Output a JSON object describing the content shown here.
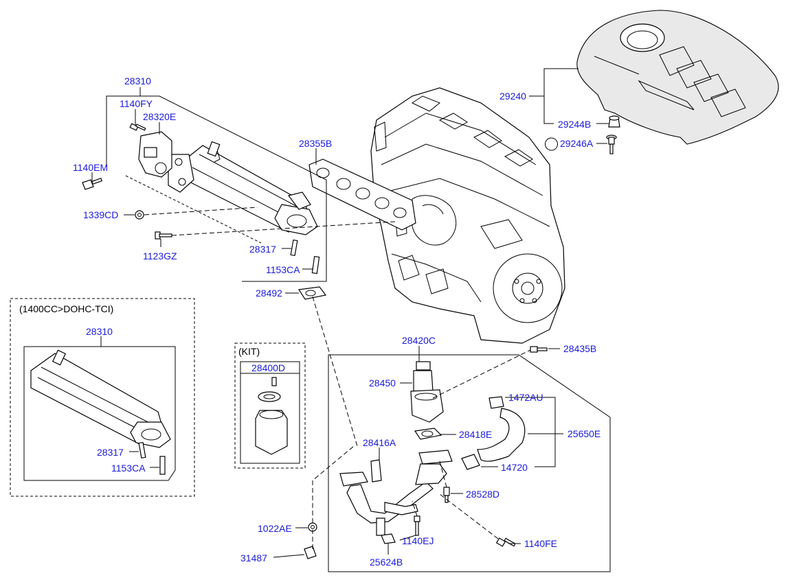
{
  "labels": {
    "l28310_top": "28310",
    "l1140FY": "1140FY",
    "l28320E": "28320E",
    "l1140EM": "1140EM",
    "l1339CD": "1339CD",
    "l1123GZ": "1123GZ",
    "l28317_top": "28317",
    "l1153CA_top": "1153CA",
    "l28492": "28492",
    "l28355B": "28355B",
    "l29240": "29240",
    "l29244B": "29244B",
    "l29246A": "29246A",
    "l28310_box": "28310",
    "l28317_box": "28317",
    "l1153CA_box": "1153CA",
    "l28400D": "28400D",
    "l28420C": "28420C",
    "l28435B": "28435B",
    "l28450": "28450",
    "l1472AU": "1472AU",
    "l28418E": "28418E",
    "l25650E": "25650E",
    "l28416A": "28416A",
    "l14720": "14720",
    "l28528D": "28528D",
    "l1022AE": "1022AE",
    "l1140EJ": "1140EJ",
    "l1140FE": "1140FE",
    "l31487": "31487",
    "l25624B": "25624B"
  },
  "notes": {
    "variant_title": "(1400CC>DOHC-TCI)",
    "kit_title": "(KIT)"
  },
  "colors": {
    "part_number": "#1a1adc",
    "line": "#000000"
  }
}
